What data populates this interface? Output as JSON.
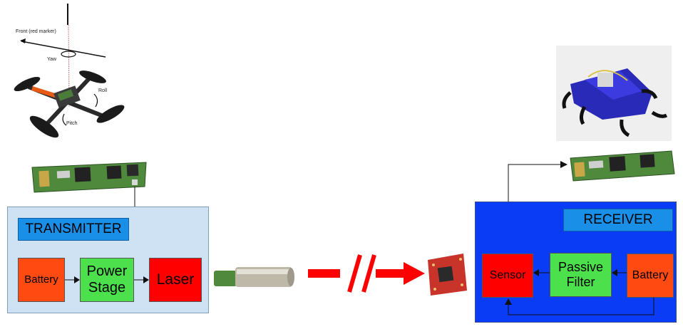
{
  "drone": {
    "front_label": "Front (red marker)",
    "yaw_label": "Yaw",
    "roll_label": "Roll",
    "pitch_label": "Pitch"
  },
  "transmitter": {
    "title": "TRANSMITTER",
    "battery": "Battery",
    "power_stage": "Power Stage",
    "laser": "Laser"
  },
  "receiver": {
    "title": "RECEIVER",
    "sensor": "Sensor",
    "passive_filter": "Passive Filter",
    "battery": "Battery"
  },
  "colors": {
    "transmitter_bg": "#cfe2f3",
    "receiver_bg": "#0a3cf5",
    "title_box": "#1a8fe8",
    "battery": "#ff4a12",
    "power_stage": "#4de04d",
    "laser": "#ff0000",
    "beam": "#ff0000"
  }
}
